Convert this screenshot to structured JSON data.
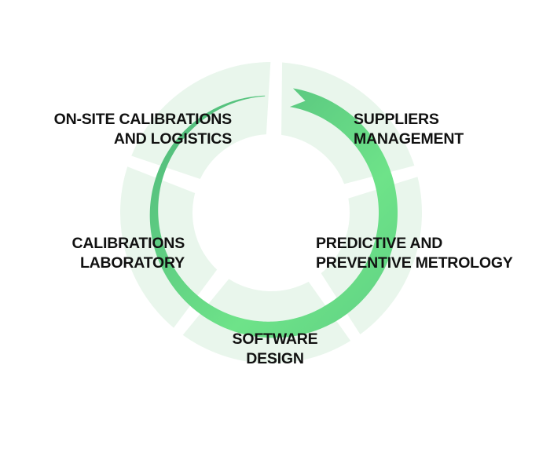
{
  "colors": {
    "segment": "#e9f6ec",
    "arrow_dark": "#4db57a",
    "arrow_light": "#6ee389",
    "text": "#111111"
  },
  "stages": [
    {
      "lines": [
        "SUPPLIERS",
        "MANAGEMENT"
      ]
    },
    {
      "lines": [
        "PREDICTIVE AND",
        "PREVENTIVE METROLOGY"
      ]
    },
    {
      "lines": [
        "SOFTWARE",
        "DESIGN"
      ]
    },
    {
      "lines": [
        "CALIBRATIONS",
        "LABORATORY"
      ]
    },
    {
      "lines": [
        "ON-SITE CALIBRATIONS",
        "AND LOGISTICS"
      ]
    }
  ]
}
